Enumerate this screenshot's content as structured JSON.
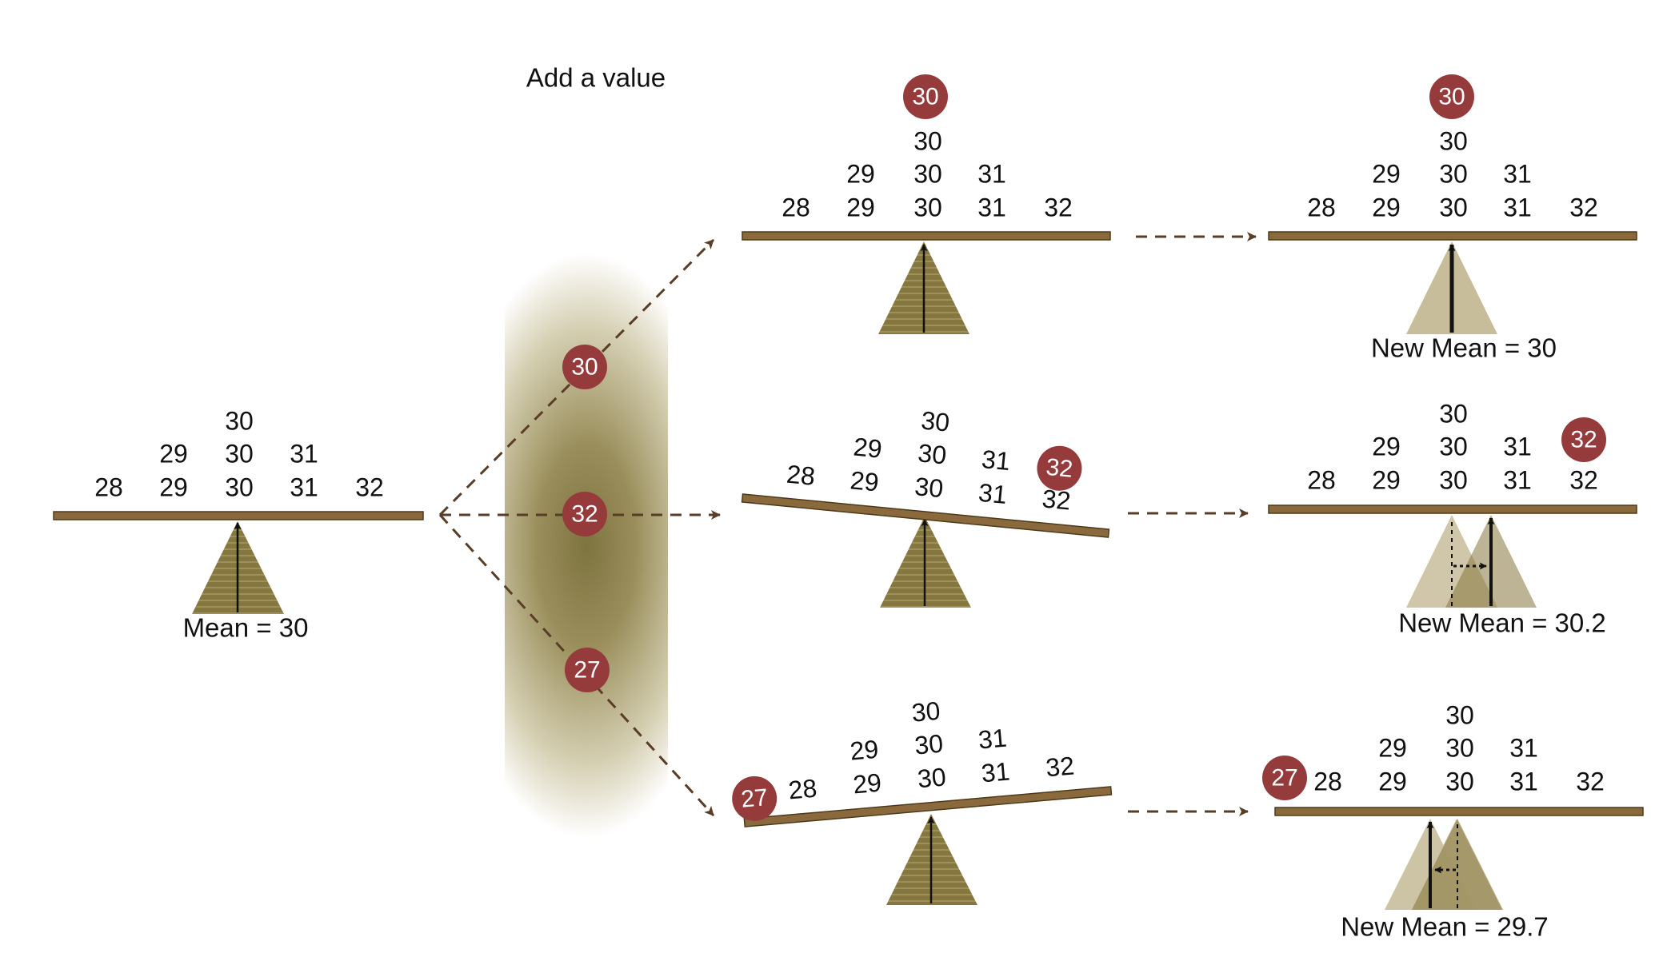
{
  "header_label": "Add a value",
  "colors": {
    "beam": "#8a6a3c",
    "beam_edge": "#4d3a1c",
    "fulcrum": "#85773d",
    "fulcrum_shade": "#c8bd9b",
    "fulcrum_light": "#b7ab84",
    "badge": "#963b3b",
    "arrow": "#5a3d26",
    "band": "#7e7440"
  },
  "initial": {
    "values": [
      "28",
      "29",
      "29",
      "30",
      "30",
      "30",
      "31",
      "31",
      "32"
    ],
    "caption": "Mean = 30"
  },
  "added_values": [
    "30",
    "32",
    "27"
  ],
  "intermediate": [
    {
      "added": "30",
      "balance": "level"
    },
    {
      "added": "32",
      "balance": "tilted-right-down"
    },
    {
      "added": "27",
      "balance": "tilted-left-down"
    }
  ],
  "results": [
    {
      "added": "30",
      "caption": "New Mean = 30",
      "mean_shift": "none"
    },
    {
      "added": "32",
      "caption": "New Mean = 30.2",
      "mean_shift": "right"
    },
    {
      "added": "27",
      "caption": "New Mean = 29.7",
      "mean_shift": "left"
    }
  ]
}
